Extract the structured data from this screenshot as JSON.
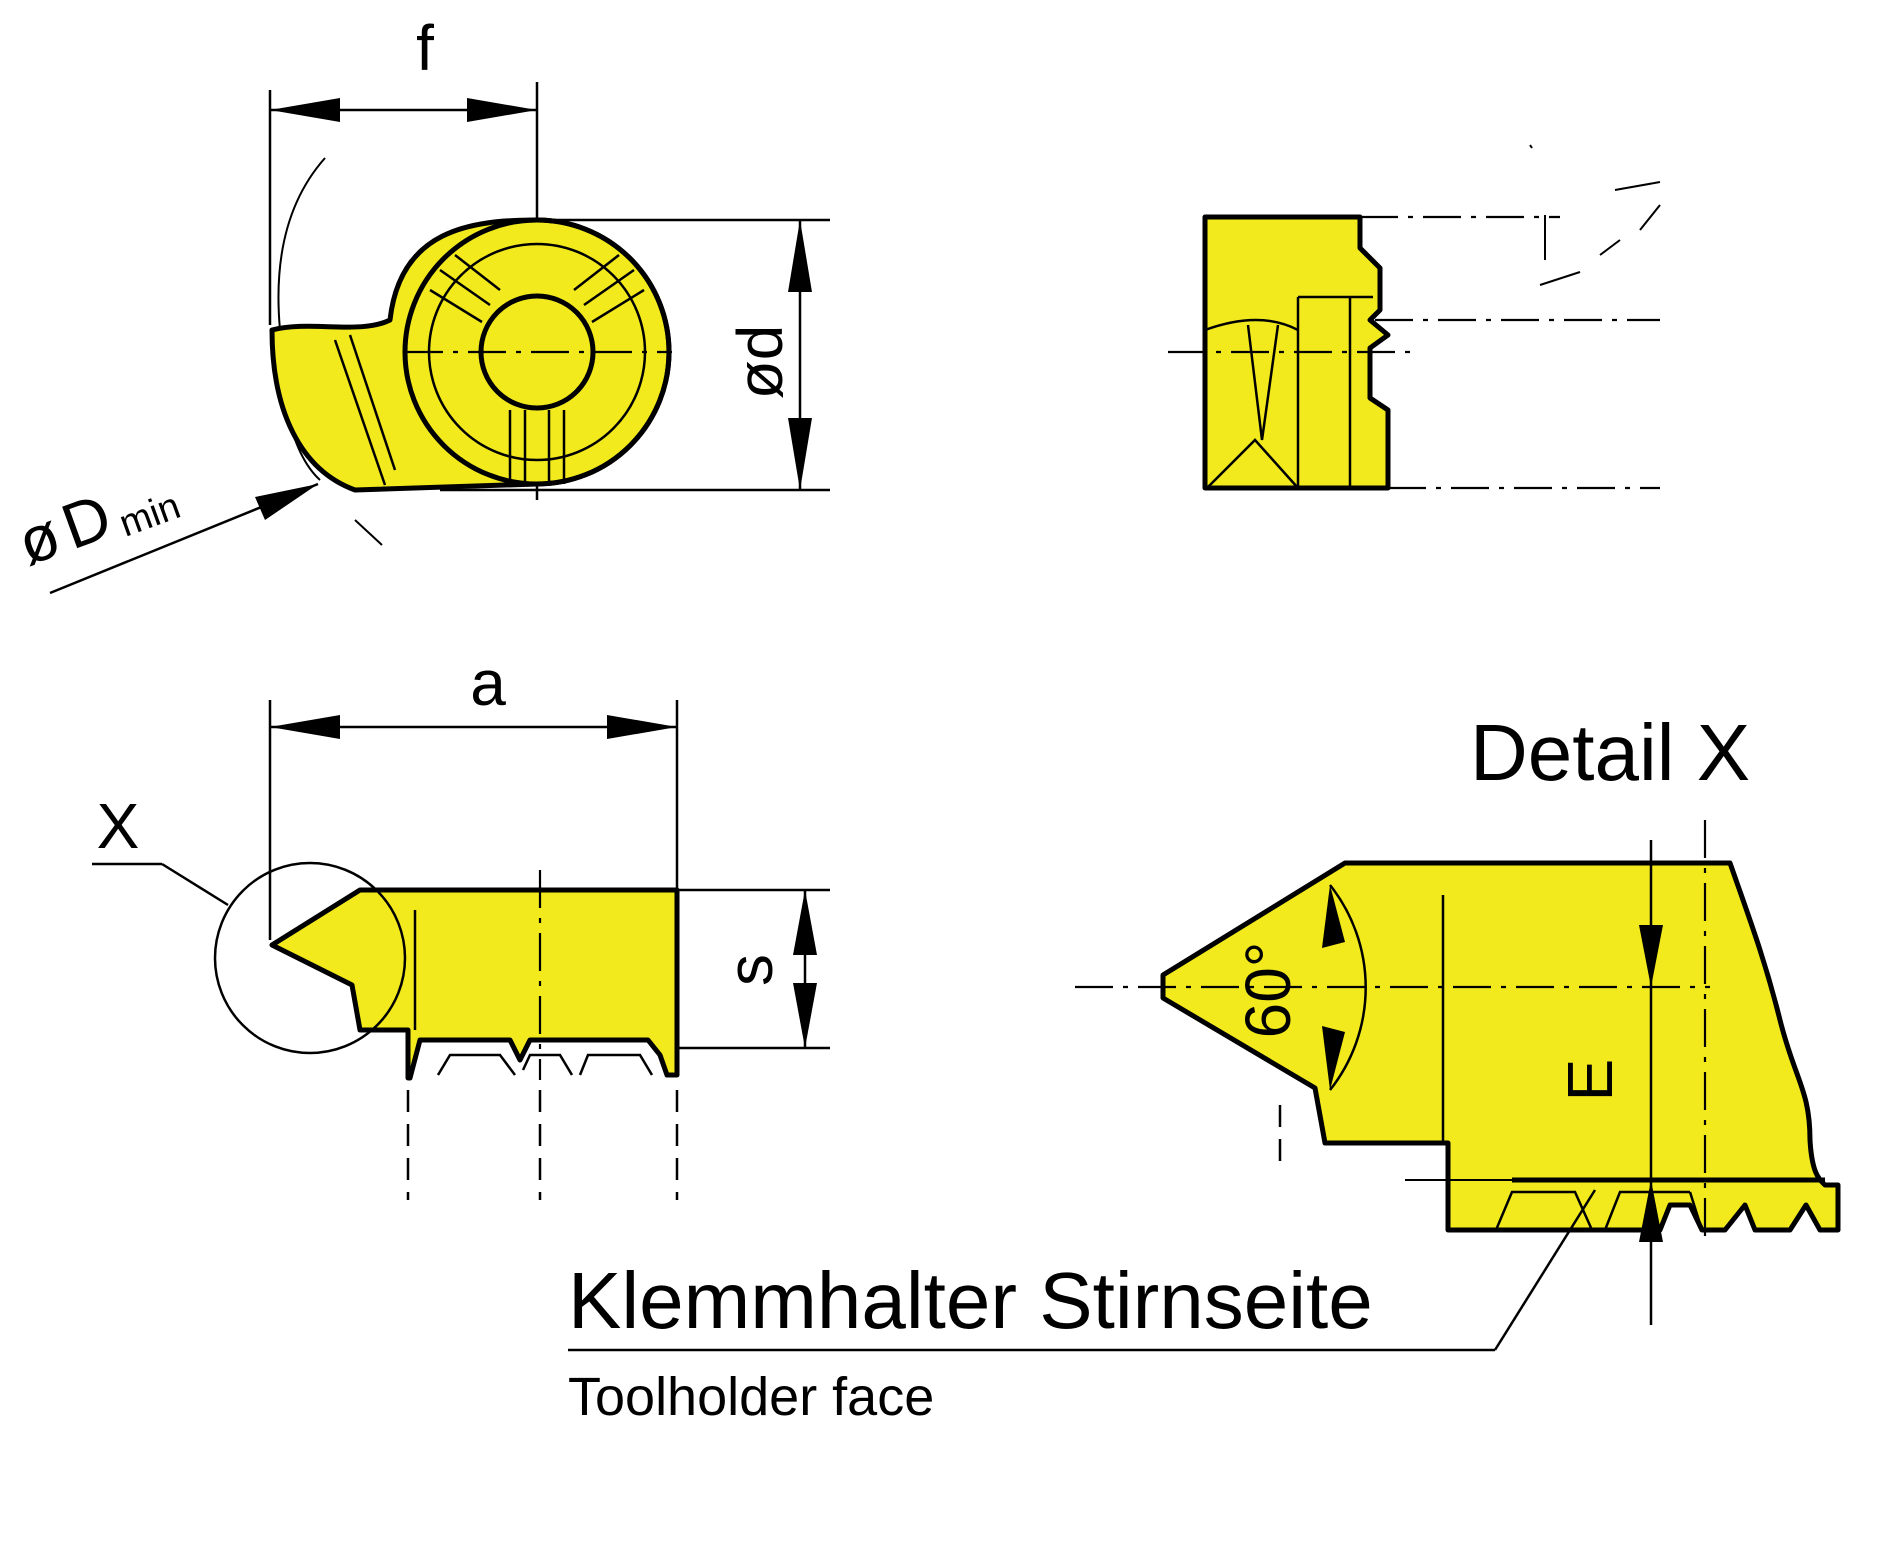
{
  "labels": {
    "f": "f",
    "d_symbol": "ød",
    "D_symbol": "ø",
    "D_letter": "D",
    "D_sub": "min",
    "a": "a",
    "s": "s",
    "x": "X",
    "detail": "Detail X",
    "angle": "60°",
    "e": "E",
    "face_de": "Klemmhalter Stirnseite",
    "face_en": "Toolholder face"
  },
  "colors": {
    "insert_fill": "#f2ea1d",
    "line": "#000000",
    "background": "#ffffff"
  }
}
